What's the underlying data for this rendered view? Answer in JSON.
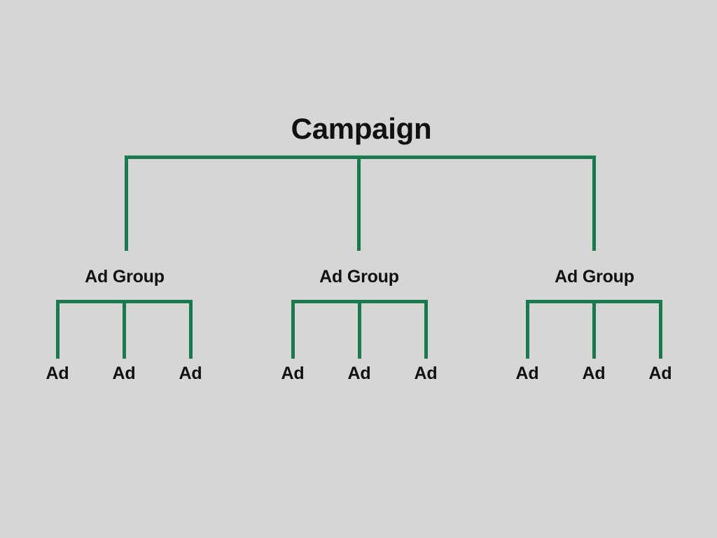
{
  "diagram": {
    "title": "Campaign",
    "background_color": "#d6d6d6",
    "line_color": "#1b7a4d",
    "text_color": "#111111",
    "root": {
      "label": "Campaign"
    },
    "groups": [
      {
        "label": "Ad Group",
        "ads": [
          {
            "label": "Ad"
          },
          {
            "label": "Ad"
          },
          {
            "label": "Ad"
          }
        ]
      },
      {
        "label": "Ad Group",
        "ads": [
          {
            "label": "Ad"
          },
          {
            "label": "Ad"
          },
          {
            "label": "Ad"
          }
        ]
      },
      {
        "label": "Ad Group",
        "ads": [
          {
            "label": "Ad"
          },
          {
            "label": "Ad"
          },
          {
            "label": "Ad"
          }
        ]
      }
    ]
  }
}
